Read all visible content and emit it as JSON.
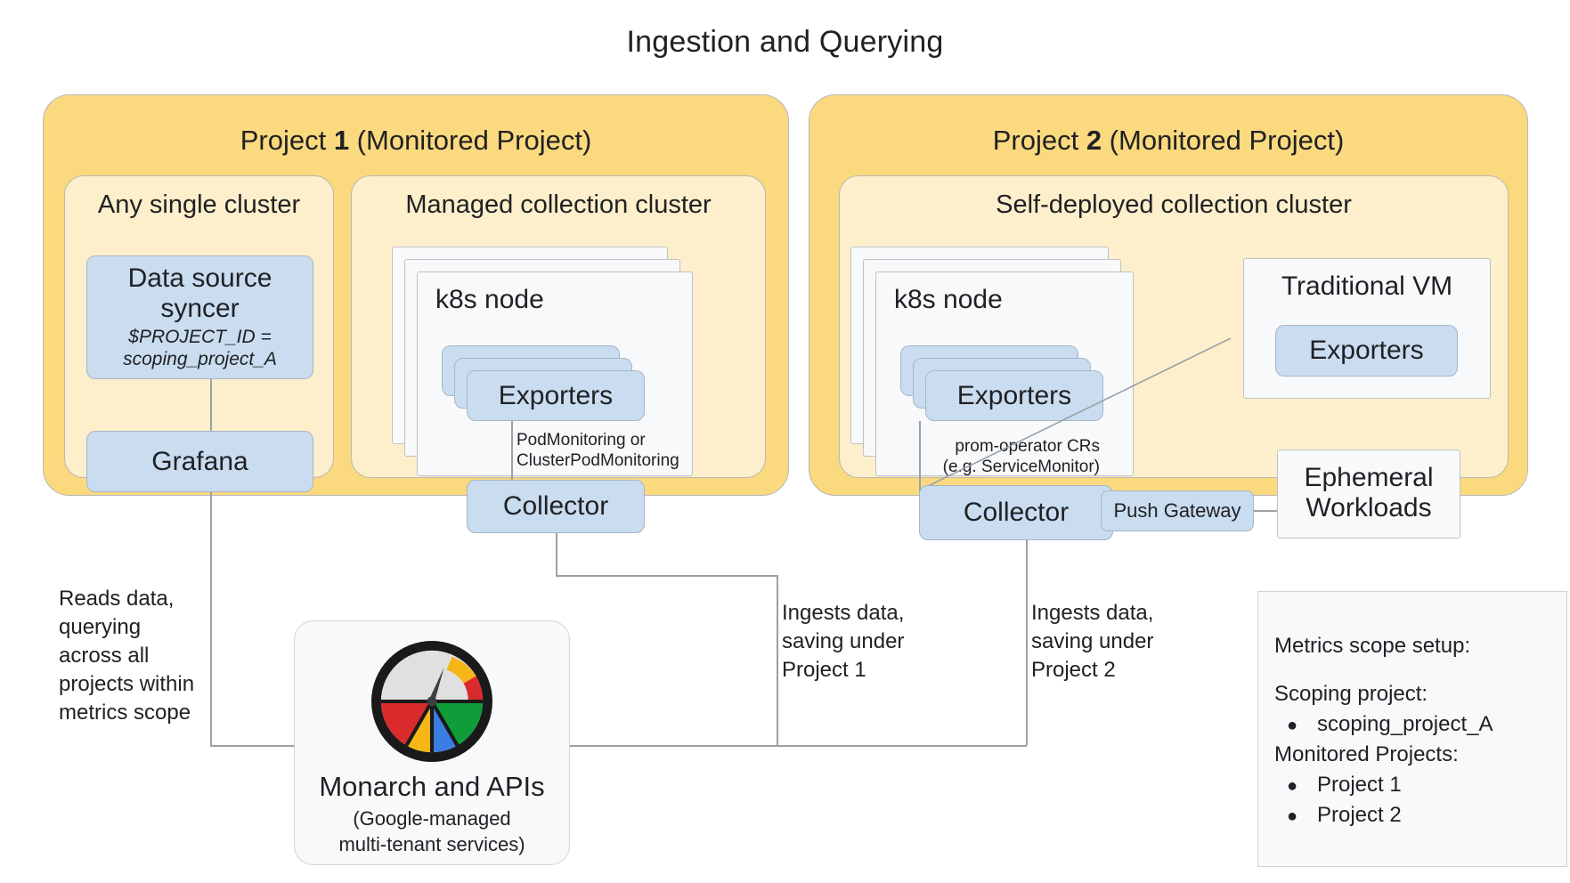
{
  "title": "Ingestion and Querying",
  "projects": [
    {
      "title_prefix": "Project ",
      "title_num": "1",
      "title_suffix": " (Monitored Project)"
    },
    {
      "title_prefix": "Project ",
      "title_num": "2",
      "title_suffix": " (Monitored Project)"
    }
  ],
  "clusters": {
    "any_single": "Any single cluster",
    "managed": "Managed collection cluster",
    "self_deployed": "Self-deployed collection cluster"
  },
  "boxes": {
    "data_source_syncer": "Data source syncer",
    "data_source_syncer_sub": "$PROJECT_ID = scoping_project_A",
    "grafana": "Grafana",
    "k8s_node_p1": "k8s node",
    "k8s_node_p2": "k8s node",
    "exporters_p1": "Exporters",
    "exporters_p2": "Exporters",
    "exporters_vm": "Exporters",
    "collector_p1": "Collector",
    "collector_p2": "Collector",
    "push_gateway": "Push Gateway",
    "traditional_vm": "Traditional VM",
    "ephemeral_workloads": "Ephemeral\nWorkloads"
  },
  "edge_labels": {
    "podmonitoring": "PodMonitoring or\nClusterPodMonitoring",
    "prom_operator": "prom-operator CRs\n(e.g. ServiceMonitor)",
    "reads_data": "Reads data,\nquerying\nacross all\nprojects within\nmetrics scope",
    "ingests_p1": "Ingests data,\nsaving under\nProject 1",
    "ingests_p2": "Ingests data,\nsaving under\nProject 2"
  },
  "monarch": {
    "title": "Monarch and APIs",
    "subtitle": "(Google-managed\nmulti-tenant services)",
    "logo_name": "monarch-gauge-logo"
  },
  "legend": {
    "heading": "Metrics scope setup:",
    "scoping_label": "Scoping project:",
    "scoping_items": [
      "scoping_project_A"
    ],
    "monitored_label": "Monitored Projects:",
    "monitored_items": [
      "Project 1",
      "Project 2"
    ],
    "bullet": "●"
  },
  "colors": {
    "project_amber": "#FBD97E",
    "cluster_cream": "#FDEFCB",
    "blue_box": "#C9DCF0",
    "white_card": "#F8F9FB",
    "line_gray": "#9AA0A6",
    "border_gray": "#BDC1C6",
    "logo_red": "#D92B2B",
    "logo_yellow": "#F5B618",
    "logo_green": "#0F9D3A",
    "logo_blue": "#3B7DE0",
    "logo_dark": "#1A1A1A",
    "logo_light": "#E0E0E0"
  }
}
